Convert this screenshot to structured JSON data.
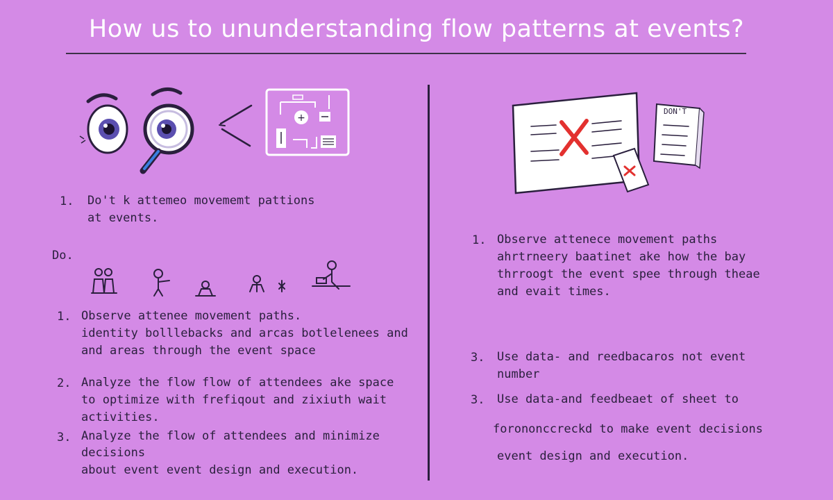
{
  "title": "How us to ununderstanding flow patterns at events?",
  "left": {
    "dont_item": {
      "number": "1.",
      "lines": [
        "Do't k attemeo movememt pattions",
        "at events."
      ]
    },
    "do_label": "Do.",
    "do_items": [
      {
        "number": "1.",
        "lines": [
          "Observe attenee movement paths.",
          "identity bolllebacks and arcas botlelenees and",
          "and areas through the event space"
        ]
      },
      {
        "number": "2.",
        "lines": [
          "Analyze the flow flow of attendees ake space",
          "to optimize with frefiqout and zixiuth wait",
          "activities."
        ]
      },
      {
        "number": "3.",
        "lines": [
          "Analyze the flow of attendees and minimize",
          "decisions",
          "about event event design and execution."
        ]
      }
    ]
  },
  "right": {
    "checklist_label": "DON'T",
    "items": [
      {
        "number": "1.",
        "lines": [
          "Observe attenece movement paths",
          "ahrtrneery baatinet ake how the bay",
          "thrroogt the event spee through theae",
          "and evait times."
        ]
      },
      {
        "number": "3.",
        "lines": [
          "Use data- and reedbacaros not event",
          "number"
        ]
      },
      {
        "number": "3.",
        "lines": [
          "Use data-and feedbeaet of sheet to"
        ]
      },
      {
        "number": "",
        "lines": [
          "forononccreckd to make event decisions",
          "event design and execution."
        ]
      }
    ]
  },
  "colors": {
    "background": "#d48ae6",
    "ink": "#2a1f3d",
    "accent_red": "#e3312f",
    "iris": "#5b4fb0"
  },
  "icons": [
    "eye-icon",
    "magnifier-icon",
    "flowchart-icon",
    "people-icon",
    "x-mark-icon",
    "document-icon",
    "checklist-icon"
  ]
}
